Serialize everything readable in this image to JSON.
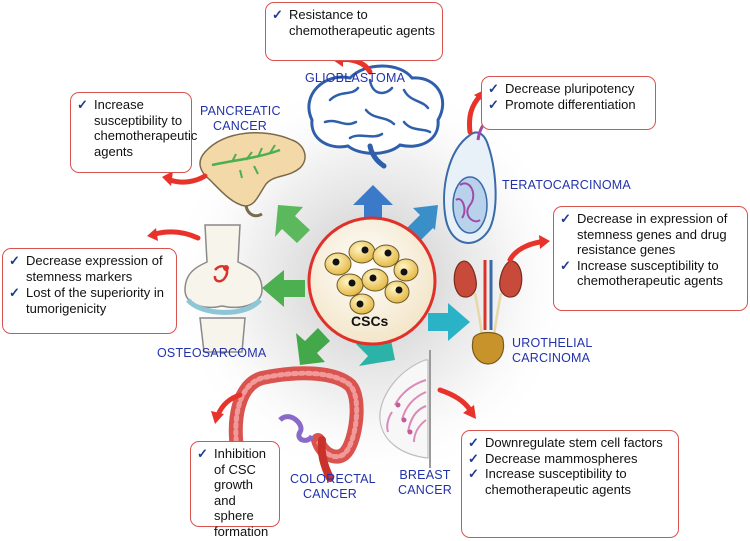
{
  "center": {
    "label": "CSCs"
  },
  "cancers": [
    {
      "id": "glioblastoma",
      "name": "GLIOBLASTOMA",
      "organ_icon": "brain-icon",
      "effects": [
        "Resistance to chemotherapeutic agents"
      ]
    },
    {
      "id": "pancreatic",
      "name": "PANCREATIC CANCER",
      "organ_icon": "pancreas-icon",
      "effects": [
        "Increase susceptibility to chemotherapeutic agents"
      ]
    },
    {
      "id": "teratocarcinoma",
      "name": "TERATOCARCINOMA",
      "organ_icon": "testis-icon",
      "effects": [
        "Decrease pluripotency",
        "Promote differentiation"
      ]
    },
    {
      "id": "osteosarcoma",
      "name": "OSTEOSARCOMA",
      "organ_icon": "knee-joint-icon",
      "effects": [
        "Decrease expression of stemness markers",
        "Lost of the superiority in tumorigenicity"
      ]
    },
    {
      "id": "urothelial",
      "name": "UROTHELIAL CARCINOMA",
      "organ_icon": "urinary-tract-icon",
      "effects": [
        "Decrease in expression of stemness genes and drug resistance genes",
        "Increase susceptibility to chemotherapeutic agents"
      ]
    },
    {
      "id": "colorectal",
      "name": "COLORECTAL CANCER",
      "organ_icon": "colon-icon",
      "effects": [
        "Inhibition of CSC growth and sphere formation"
      ]
    },
    {
      "id": "breast",
      "name": "BREAST CANCER",
      "organ_icon": "breast-icon",
      "effects": [
        "Downregulate stem cell factors",
        "Decrease mammospheres",
        "Increase susceptibility to chemotherapeutic agents"
      ]
    }
  ],
  "colors": {
    "box_border": "#d9534f",
    "label_text": "#2233aa",
    "check_mark": "#1f3b8f",
    "effect_arrow": "#e8332a",
    "center_ring": "#e0302a",
    "arrow_blue": "#3b7ac9",
    "arrow_teal": "#2ab3c6",
    "arrow_green": "#4caf50"
  }
}
